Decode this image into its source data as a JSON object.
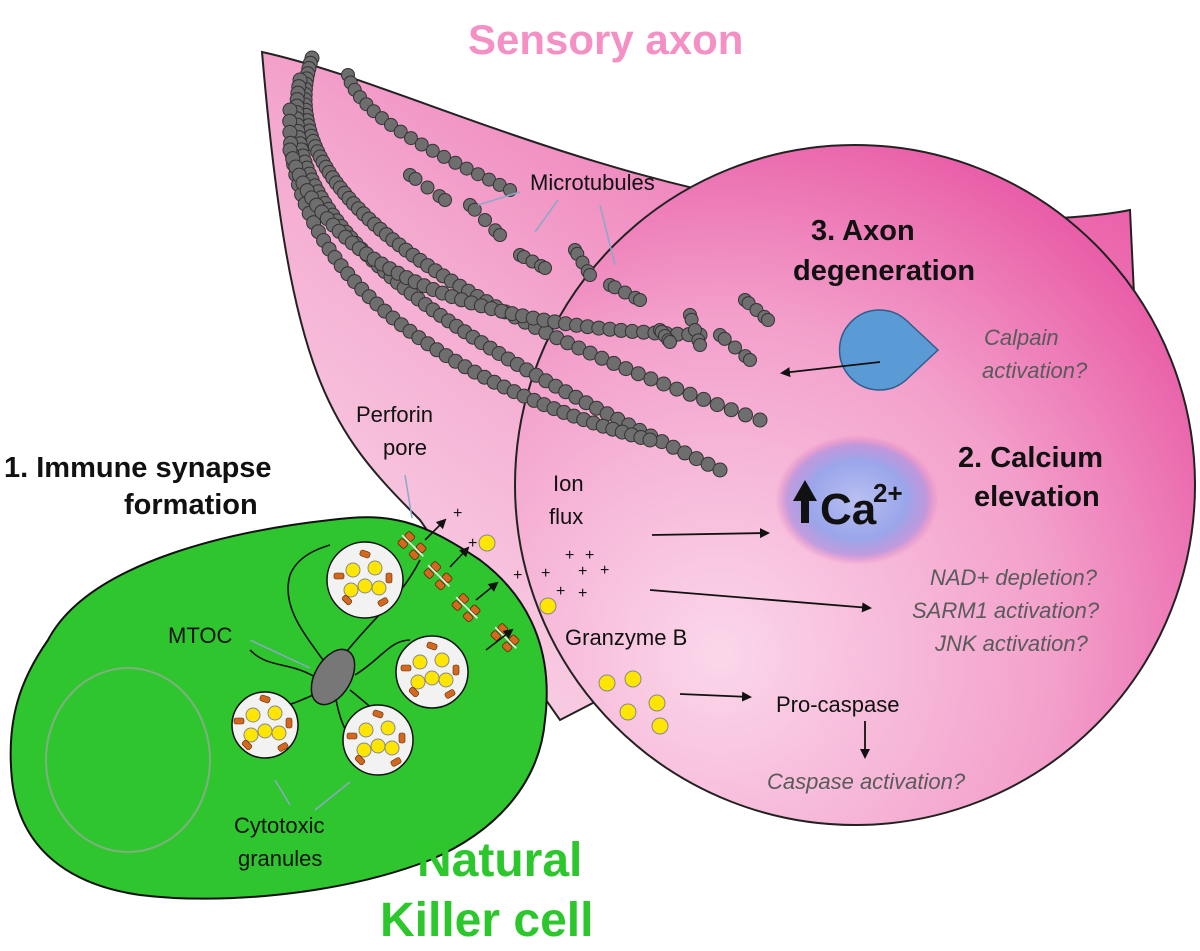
{
  "titles": {
    "sensory_axon": "Sensory axon",
    "nk_line1": "Natural",
    "nk_line2": "Killer cell"
  },
  "steps": {
    "step1_line1": "1. Immune synapse",
    "step1_line2": "formation",
    "step2_line1": "2. Calcium",
    "step2_line2": "elevation",
    "step3_line1": "3. Axon",
    "step3_line2": "degeneration"
  },
  "labels": {
    "microtubules": "Microtubules",
    "perforin_line1": "Perforin",
    "perforin_line2": "pore",
    "ion_line1": "Ion",
    "ion_line2": "flux",
    "mtoc": "MTOC",
    "granzyme": "Granzyme B",
    "procaspase": "Pro-caspase",
    "cytotoxic_line1": "Cytotoxic",
    "cytotoxic_line2": "granules",
    "calcium_base": "Ca",
    "calcium_sup": "2+"
  },
  "hypotheses": {
    "calpain_line1": "Calpain",
    "calpain_line2": "activation?",
    "nad": "NAD+ depletion?",
    "sarm1": "SARM1 activation?",
    "jnk": "JNK activation?",
    "caspase": "Caspase activation?"
  },
  "colors": {
    "axon_pink": "#e85aa6",
    "axon_light": "#f9cfe3",
    "nk_green": "#2ec52e",
    "granzyme_yellow": "#ffe600",
    "perforin_orange": "#d2691e",
    "calpain_blue": "#5b9bd5",
    "calcium_glow": "#9aa6ea",
    "microtubule_gray": "#6e6e6e"
  }
}
